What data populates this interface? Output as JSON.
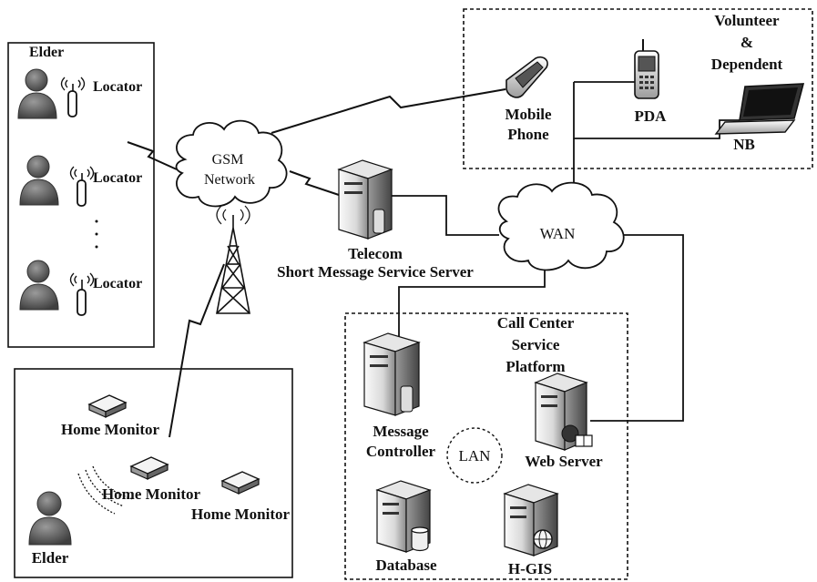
{
  "labels": {
    "elder_top": "Elder",
    "locator_1": "Locator",
    "locator_2": "Locator",
    "locator_3": "Locator",
    "gsm_line1": "GSM",
    "gsm_line2": "Network",
    "telecom_line1": "Telecom",
    "telecom_line2": "Short Message Service Server",
    "wan": "WAN",
    "mobile_line1": "Mobile",
    "mobile_line2": "Phone",
    "pda": "PDA",
    "volunteer_line1": "Volunteer",
    "volunteer_line2": "&",
    "volunteer_line3": "Dependent",
    "nb": "NB",
    "callcenter_line1": "Call Center",
    "callcenter_line2": "Service",
    "callcenter_line3": "Platform",
    "msgctrl_line1": "Message",
    "msgctrl_line2": "Controller",
    "lan": "LAN",
    "webserver": "Web Server",
    "database": "Database",
    "hgis": "H-GIS",
    "home_monitor_1": "Home Monitor",
    "home_monitor_2": "Home Monitor",
    "home_monitor_3": "Home Monitor",
    "elder_bottom": "Elder"
  },
  "colors": {
    "stroke": "#111111",
    "device_light": "#f2f2f2",
    "device_mid": "#b8b8b8",
    "device_dark": "#555555",
    "person": "#6a6a6a"
  }
}
